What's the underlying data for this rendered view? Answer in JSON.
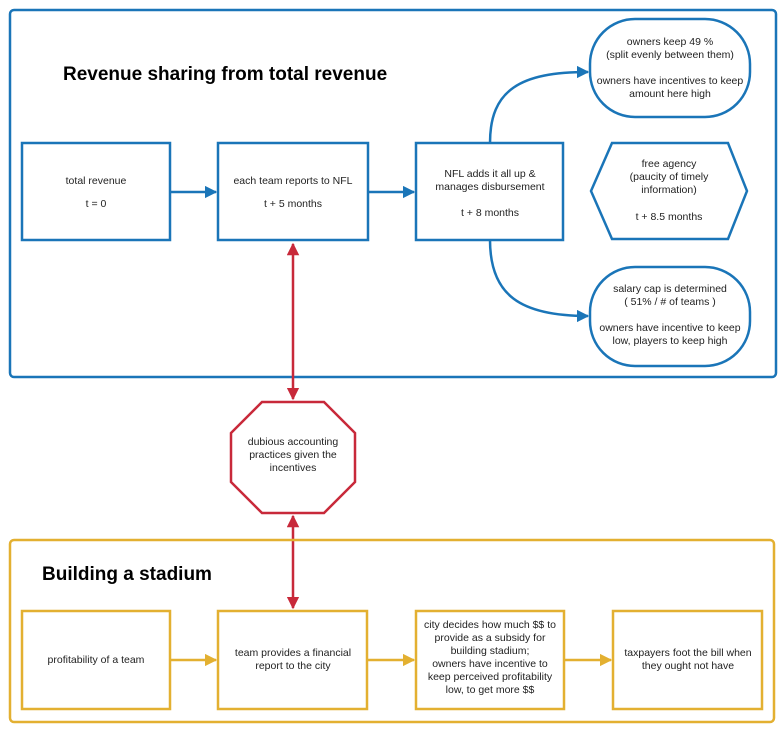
{
  "colors": {
    "blue": "#1a75b8",
    "red": "#c8293a",
    "gold": "#e3b031",
    "text": "#222222"
  },
  "revenue_section": {
    "title": "Revenue sharing from total revenue",
    "total_revenue": {
      "line1": "total revenue",
      "line2": "t = 0"
    },
    "team_reports": {
      "line1": "each team reports to NFL",
      "line2": "t + 5 months"
    },
    "nfl_adds": {
      "line1": "NFL adds it all up &",
      "line2": "manages disbursement",
      "line3": "t + 8 months"
    },
    "owners_keep": {
      "line1": "owners keep 49 %",
      "line2": "(split evenly between them)",
      "line3": "owners have incentives to keep",
      "line4": "amount here high"
    },
    "free_agency": {
      "line1": "free agency",
      "line2": "(paucity of timely",
      "line3": "information)",
      "line4": "t + 8.5 months"
    },
    "salary_cap": {
      "line1": "salary cap is determined",
      "line2": "( 51% / # of teams )",
      "line3": "owners have incentive to keep",
      "line4": "low, players to keep high"
    }
  },
  "dubious": {
    "line1": "dubious accounting",
    "line2": "practices given the",
    "line3": "incentives"
  },
  "stadium_section": {
    "title": "Building a stadium",
    "profitability": {
      "line1": "profitability of a team"
    },
    "financial_report": {
      "line1": "team provides a financial",
      "line2": "report to the city"
    },
    "city_decides": {
      "line1": "city decides how much $$ to",
      "line2": "provide as a subsidy for",
      "line3": "building stadium;",
      "line4": "owners have incentive to",
      "line5": "keep perceived profitability",
      "line6": "low, to get more $$"
    },
    "taxpayers": {
      "line1": "taxpayers foot the bill when",
      "line2": "they ought not have"
    }
  }
}
